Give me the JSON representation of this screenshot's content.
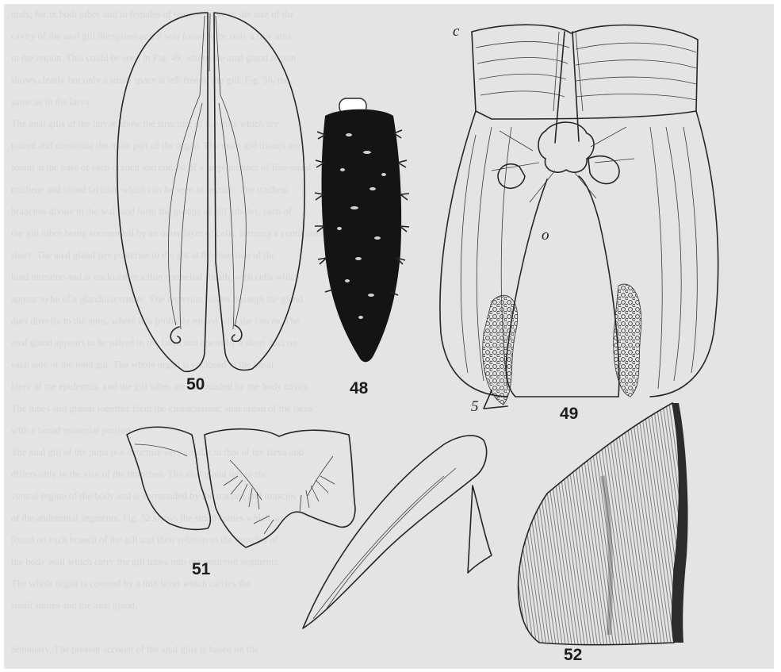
{
  "plate": {
    "background_color": "#ffffff",
    "paper_tone": "#e4e4e4",
    "ink_color": "#262626"
  },
  "figures": [
    {
      "id": "50",
      "label": "50"
    },
    {
      "id": "48",
      "label": "48"
    },
    {
      "id": "49",
      "label": "49"
    },
    {
      "id": "51",
      "label": "51"
    },
    {
      "id": "52",
      "label": "52"
    }
  ],
  "annotations": {
    "c": "c",
    "o": "o",
    "five": "5"
  },
  "show_through_text": [
    "mals; for in both tubes and in females of their, relative to the size of the",
    "cavity of the anal gill the spines and it was found to be only a tiny area",
    "in the region. This could be seen in Fig. 49, where the anal gland region",
    "shows clearly but only a small space is left free of the gill, Fig. 50, the",
    "same as in the larva.",
    "The anal gills of the larvae show the structure of the gills which are",
    "paired and constitute the main part of the organ. The main gill tissues are",
    "found at the base of each branch and consist of a large number of fine-sized",
    "tracheae and blood lacunae which can be seen in section. The tracheal",
    "branches divide in the wall and form the groups of gill tubules, each of",
    "the gill tubes being surrounded by an outer layer of cells, forming a continuous",
    "sheet. The anal gland lies posterior to the gut at the insertion of the",
    "hind intestine and is enclosed in a thin epithelial sheath, with cells which",
    "appear to be of a glandular nature. The secretion passes through the gland",
    "duct directly to the anus, where it is probably mixed with the faeces. The",
    "anal gland appears to be paired in the larva and opens by a short duct on",
    "each side of the hind gut. The whole organ is enclosed in the basal",
    "layer of the epidermis, and the gill tubes are surrounded by the body cavity.",
    "The tubes and glands together form the characteristic anal organ of the larva",
    "with a broad muscular portion.",
    "The anal gill of the pupa is a structure very similar to that of the larva and",
    "differs only in the size of the branches. The anal gland lies in the",
    "ventral region of the body and is surrounded by the trachea and muscles",
    "of the abdominal segments. Fig. 52 shows the small spines which are",
    "found on each branch of the gill and their relation to the muscles of",
    "the body wall which carry the gill tubes into the posterior segments.",
    "The whole organ is covered by a thin layer which carries the",
    "small spines and the anal gland.",
    "",
    "Summary. The present account of the anal gills is based on the"
  ]
}
